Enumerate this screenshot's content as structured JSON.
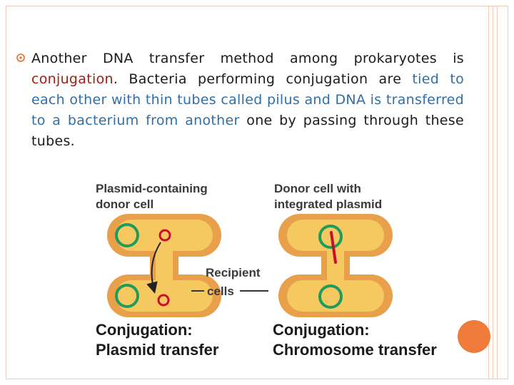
{
  "slide": {
    "paragraph": {
      "seg1": "Another DNA transfer method among prokaryotes is",
      "seg2": "conjugation",
      "seg3": ". Bacteria performing conjugation are",
      "seg4": "tied to each other with thin tubes called pilus and DNA is transferred to a bacterium from another",
      "seg5": "one by passing through these tubes."
    },
    "accent_color": "#e66b2a"
  },
  "diagram": {
    "left_label_line1": "Plasmid-containing",
    "left_label_line2": "donor cell",
    "right_label_line1": "Donor cell with",
    "right_label_line2": "integrated plasmid",
    "center_label_line1": "Recipient",
    "center_label_line2": "cells",
    "left_caption_line1": "Conjugation:",
    "left_caption_line2": "Plasmid transfer",
    "right_caption_line1": "Conjugation:",
    "right_caption_line2": "Chromosome transfer",
    "colors": {
      "cell_outer": "#e8a04a",
      "cell_inner": "#f6c860",
      "chromosome_ring": "#1f9c5c",
      "plasmid": "#c8102e"
    }
  }
}
